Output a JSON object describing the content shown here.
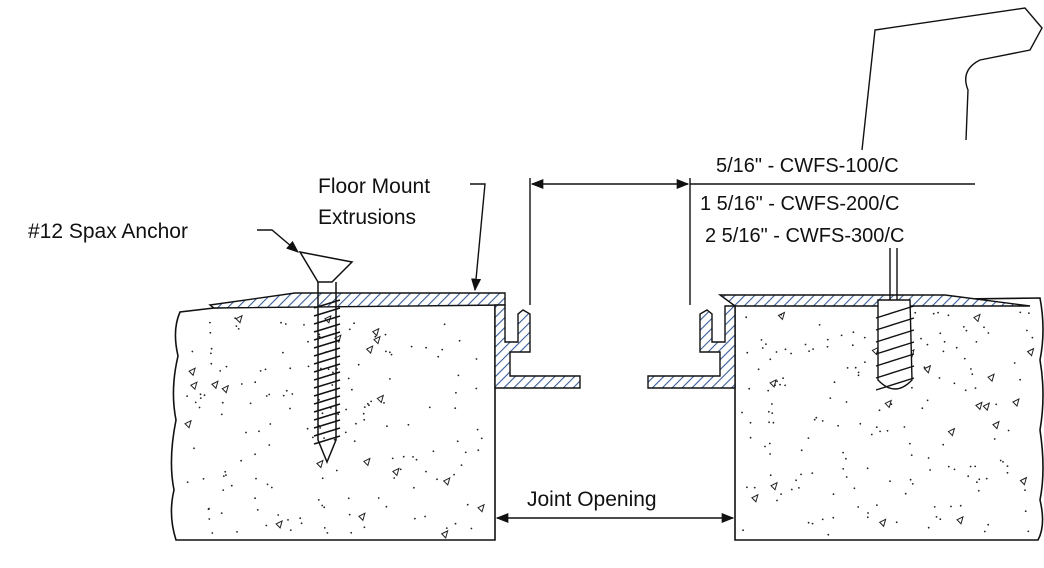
{
  "labels": {
    "anchor": "#12 Spax Anchor",
    "floor_mount_line1": "Floor Mount",
    "floor_mount_line2": "Extrusions",
    "joint_opening": "Joint Opening"
  },
  "dimension_options": [
    "5/16\" - CWFS-100/C",
    "1 5/16\" - CWFS-200/C",
    "2 5/16\" - CWFS-300/C"
  ],
  "colors": {
    "line": "#111111",
    "hatch": "#3a5e9a",
    "concrete_fill": "#ffffff"
  }
}
